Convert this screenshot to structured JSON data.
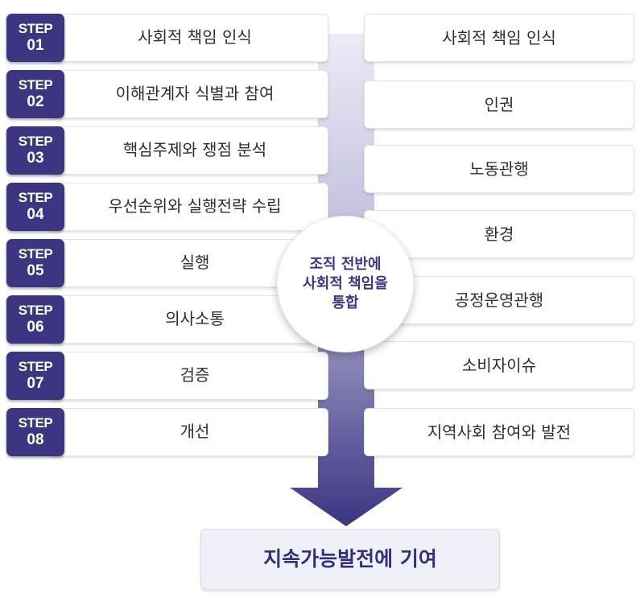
{
  "steps": [
    {
      "word": "STEP",
      "num": "01",
      "label": "사회적 책임 인식"
    },
    {
      "word": "STEP",
      "num": "02",
      "label": "이해관계자 식별과 참여"
    },
    {
      "word": "STEP",
      "num": "03",
      "label": "핵심주제와 쟁점 분석"
    },
    {
      "word": "STEP",
      "num": "04",
      "label": "우선순위와 실행전략 수립"
    },
    {
      "word": "STEP",
      "num": "05",
      "label": "실행"
    },
    {
      "word": "STEP",
      "num": "06",
      "label": "의사소통"
    },
    {
      "word": "STEP",
      "num": "07",
      "label": "검증"
    },
    {
      "word": "STEP",
      "num": "08",
      "label": "개선"
    }
  ],
  "subjects": [
    "사회적 책임 인식",
    "인권",
    "노동관행",
    "환경",
    "공정운영관행",
    "소비자이슈",
    "지역사회 참여와 발전"
  ],
  "center": {
    "line1": "조직 전반에",
    "line2": "사회적 책임을",
    "line3": "통합"
  },
  "result": "지속가능발전에 기여",
  "colors": {
    "accent": "#3b3582",
    "arrow_top": "#ebebf6",
    "arrow_bottom": "#3b3582",
    "result_bg": "#f0f0f8"
  }
}
